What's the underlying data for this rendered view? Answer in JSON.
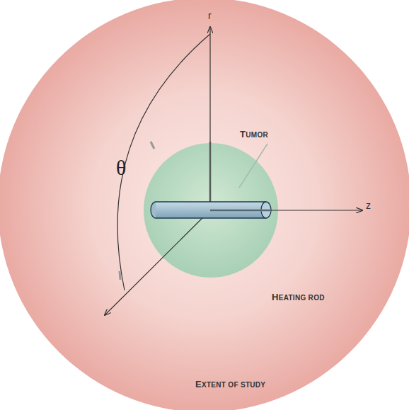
{
  "diagram": {
    "nodes": [
      {
        "text": [
          "EXTENT OF STUDY"
        ]
      }
    ],
    "labels": [
      "r",
      "θ",
      "z",
      "TUMOR",
      "HEATING ROD"
    ]
  }
}
